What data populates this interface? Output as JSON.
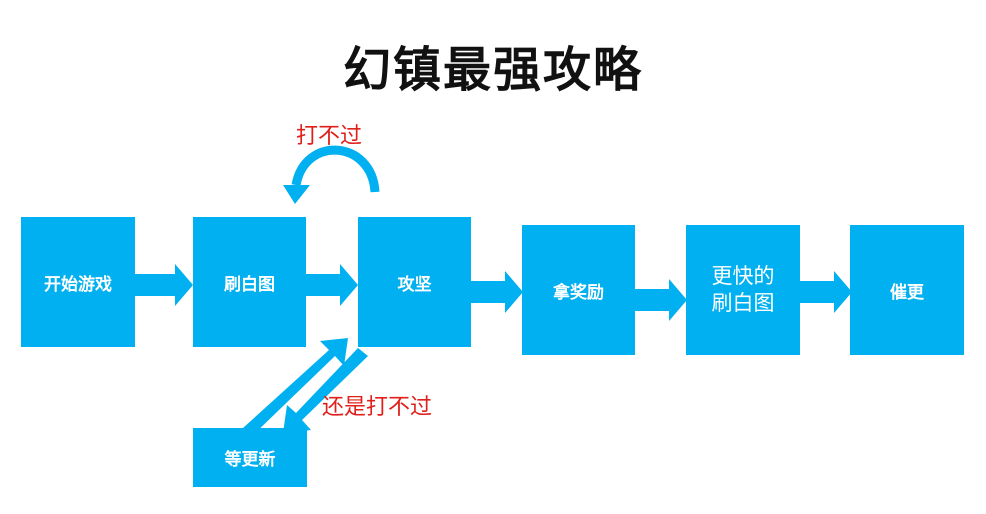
{
  "title": "幻镇最强攻略",
  "nodes": {
    "start": "开始游戏",
    "farm": "刷白图",
    "attack": "攻坚",
    "reward": "拿奖励",
    "faster_farm_line1": "更快的",
    "faster_farm_line2": "刷白图",
    "urge_update": "催更",
    "wait_update": "等更新"
  },
  "notes": {
    "fail": "打不过",
    "still_fail": "还是打不过"
  },
  "colors": {
    "box": "#00b0f0",
    "note": "#e0201b",
    "title": "#111111"
  }
}
